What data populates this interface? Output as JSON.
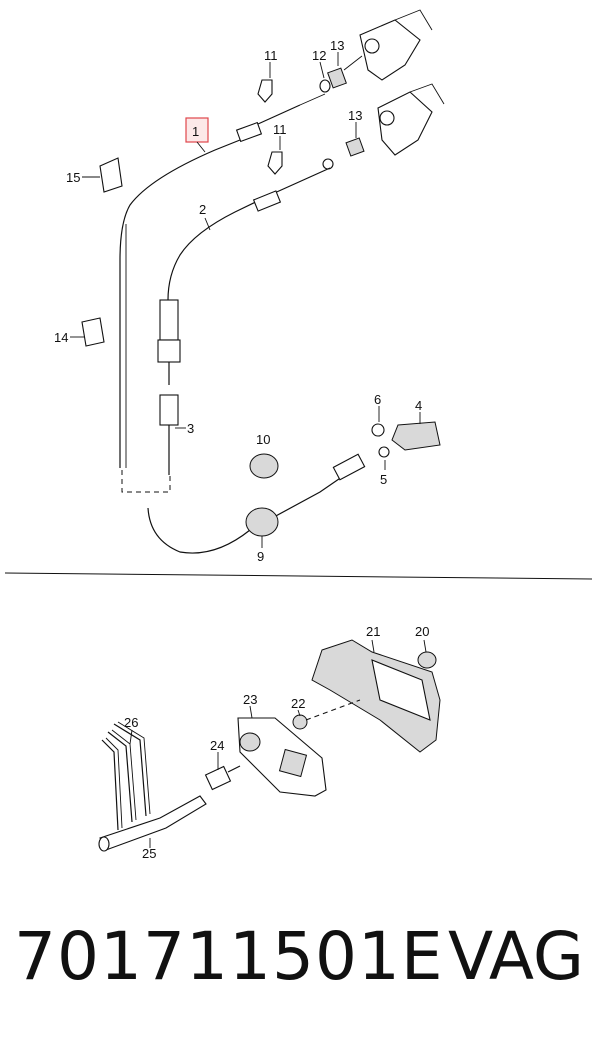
{
  "diagram": {
    "callouts": [
      "1",
      "2",
      "3",
      "4",
      "5",
      "6",
      "9",
      "10",
      "11",
      "11",
      "12",
      "13",
      "13",
      "14",
      "15",
      "20",
      "21",
      "22",
      "23",
      "24",
      "25",
      "26"
    ],
    "highlight_color": "#e0464b"
  },
  "footer": {
    "part_number": "701711501E",
    "brand": "VAG"
  }
}
